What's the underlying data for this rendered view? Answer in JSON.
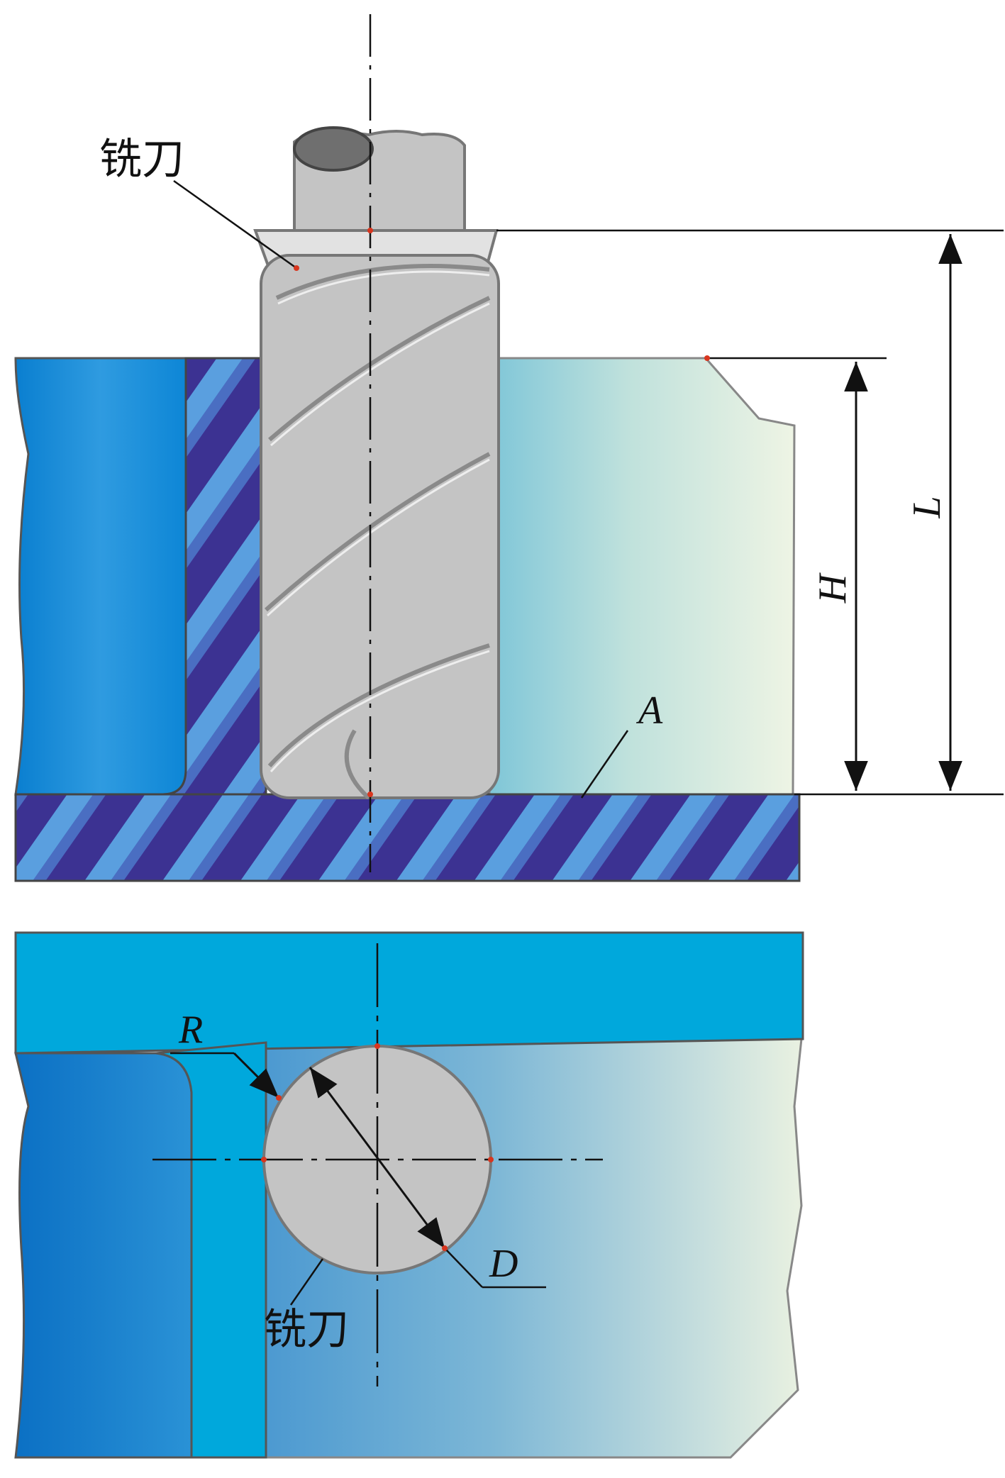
{
  "labels": {
    "top_cutter": "铣刀",
    "bottom_cutter": "铣刀",
    "dim_L": "L",
    "dim_H": "H",
    "label_A": "A",
    "label_R": "R",
    "label_D": "D"
  },
  "colors": {
    "tool_gray": "#c4c4c4",
    "tool_outline": "#777777",
    "wall_dark_blue": "#3a2f8f",
    "wall_light_blue": "#4fb3e8",
    "wall_cyan": "#00a8dc",
    "pocket_light": "#e8f1e2",
    "accent_red": "#d8361f"
  }
}
